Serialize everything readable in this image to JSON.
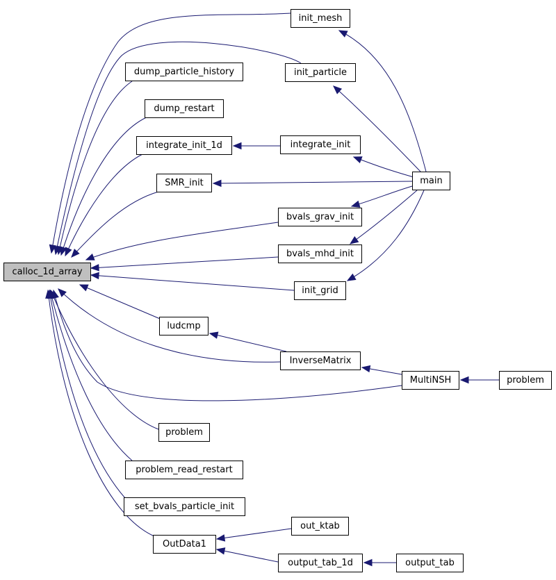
{
  "diagram": {
    "root": {
      "id": "calloc",
      "label": "calloc_1d_array"
    },
    "nodes": [
      {
        "id": "init_mesh",
        "label": "init_mesh"
      },
      {
        "id": "init_particle",
        "label": "init_particle"
      },
      {
        "id": "dump_particle_history",
        "label": "dump_particle_history"
      },
      {
        "id": "dump_restart",
        "label": "dump_restart"
      },
      {
        "id": "integrate_init_1d",
        "label": "integrate_init_1d"
      },
      {
        "id": "integrate_init",
        "label": "integrate_init"
      },
      {
        "id": "smr_init",
        "label": "SMR_init"
      },
      {
        "id": "main",
        "label": "main"
      },
      {
        "id": "bvals_grav_init",
        "label": "bvals_grav_init"
      },
      {
        "id": "bvals_mhd_init",
        "label": "bvals_mhd_init"
      },
      {
        "id": "init_grid",
        "label": "init_grid"
      },
      {
        "id": "ludcmp",
        "label": "ludcmp"
      },
      {
        "id": "inverse_matrix",
        "label": "InverseMatrix"
      },
      {
        "id": "multinsh",
        "label": "MultiNSH"
      },
      {
        "id": "problem_right",
        "label": "problem"
      },
      {
        "id": "problem",
        "label": "problem"
      },
      {
        "id": "problem_read_restart",
        "label": "problem_read_restart"
      },
      {
        "id": "set_bvals_particle_init",
        "label": "set_bvals_particle_init"
      },
      {
        "id": "outdata1",
        "label": "OutData1"
      },
      {
        "id": "out_ktab",
        "label": "out_ktab"
      },
      {
        "id": "output_tab_1d",
        "label": "output_tab_1d"
      },
      {
        "id": "output_tab",
        "label": "output_tab"
      }
    ],
    "edges": [
      {
        "from": "init_mesh",
        "to": "calloc"
      },
      {
        "from": "init_particle",
        "to": "calloc"
      },
      {
        "from": "dump_particle_history",
        "to": "calloc"
      },
      {
        "from": "dump_restart",
        "to": "calloc"
      },
      {
        "from": "integrate_init_1d",
        "to": "calloc"
      },
      {
        "from": "smr_init",
        "to": "calloc"
      },
      {
        "from": "bvals_grav_init",
        "to": "calloc"
      },
      {
        "from": "bvals_mhd_init",
        "to": "calloc"
      },
      {
        "from": "init_grid",
        "to": "calloc"
      },
      {
        "from": "ludcmp",
        "to": "calloc"
      },
      {
        "from": "inverse_matrix",
        "to": "calloc"
      },
      {
        "from": "multinsh",
        "to": "calloc"
      },
      {
        "from": "problem",
        "to": "calloc"
      },
      {
        "from": "problem_read_restart",
        "to": "calloc"
      },
      {
        "from": "set_bvals_particle_init",
        "to": "calloc"
      },
      {
        "from": "outdata1",
        "to": "calloc"
      },
      {
        "from": "main",
        "to": "init_mesh"
      },
      {
        "from": "main",
        "to": "init_particle"
      },
      {
        "from": "integrate_init",
        "to": "integrate_init_1d"
      },
      {
        "from": "main",
        "to": "integrate_init"
      },
      {
        "from": "main",
        "to": "smr_init"
      },
      {
        "from": "main",
        "to": "bvals_grav_init"
      },
      {
        "from": "main",
        "to": "bvals_mhd_init"
      },
      {
        "from": "main",
        "to": "init_grid"
      },
      {
        "from": "inverse_matrix",
        "to": "ludcmp"
      },
      {
        "from": "multinsh",
        "to": "inverse_matrix"
      },
      {
        "from": "problem_right",
        "to": "multinsh"
      },
      {
        "from": "out_ktab",
        "to": "outdata1"
      },
      {
        "from": "output_tab_1d",
        "to": "outdata1"
      },
      {
        "from": "output_tab",
        "to": "output_tab_1d"
      }
    ]
  }
}
